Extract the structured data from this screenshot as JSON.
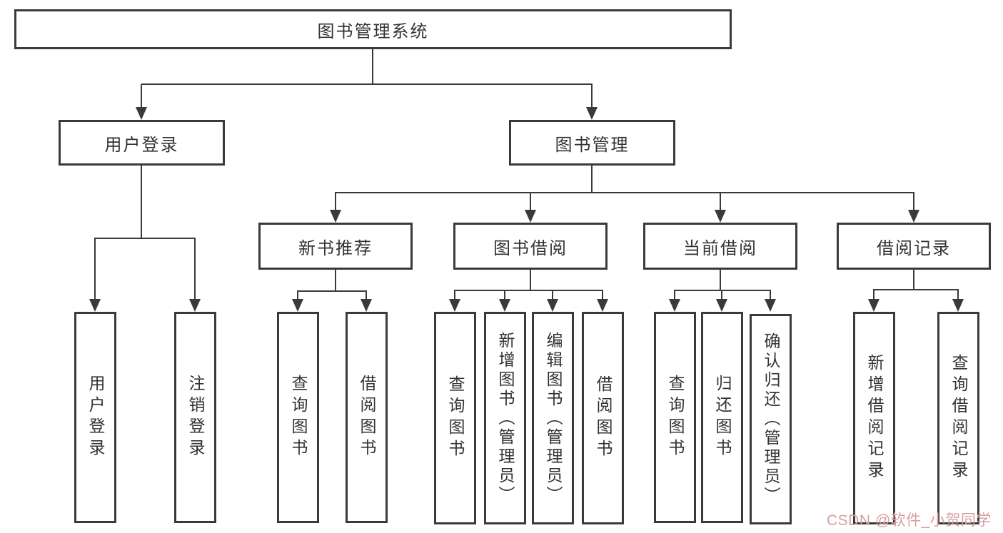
{
  "diagram": {
    "title": "图书管理系统",
    "root": {
      "label": "图书管理系统",
      "children": [
        {
          "label": "用户登录",
          "children": [
            {
              "label": "用户登录"
            },
            {
              "label": "注销登录"
            }
          ]
        },
        {
          "label": "图书管理",
          "children": [
            {
              "label": "新书推荐",
              "children": [
                {
                  "label": "查询图书"
                },
                {
                  "label": "借阅图书"
                }
              ]
            },
            {
              "label": "图书借阅",
              "children": [
                {
                  "label": "查询图书"
                },
                {
                  "label": "新增图书（管理员）"
                },
                {
                  "label": "编辑图书（管理员）"
                },
                {
                  "label": "借阅图书"
                }
              ]
            },
            {
              "label": "当前借阅",
              "children": [
                {
                  "label": "查询图书"
                },
                {
                  "label": "归还图书"
                },
                {
                  "label": "确认归还（管理员）"
                }
              ]
            },
            {
              "label": "借阅记录",
              "children": [
                {
                  "label": "新增借阅记录"
                },
                {
                  "label": "查询借阅记录"
                }
              ]
            }
          ]
        }
      ]
    },
    "colors": {
      "line": "#3a3a3a",
      "text": "#333333",
      "background": "#ffffff"
    }
  },
  "watermark": {
    "text": "CSDN @软件_小贺同学",
    "color": "#d89f9f"
  }
}
